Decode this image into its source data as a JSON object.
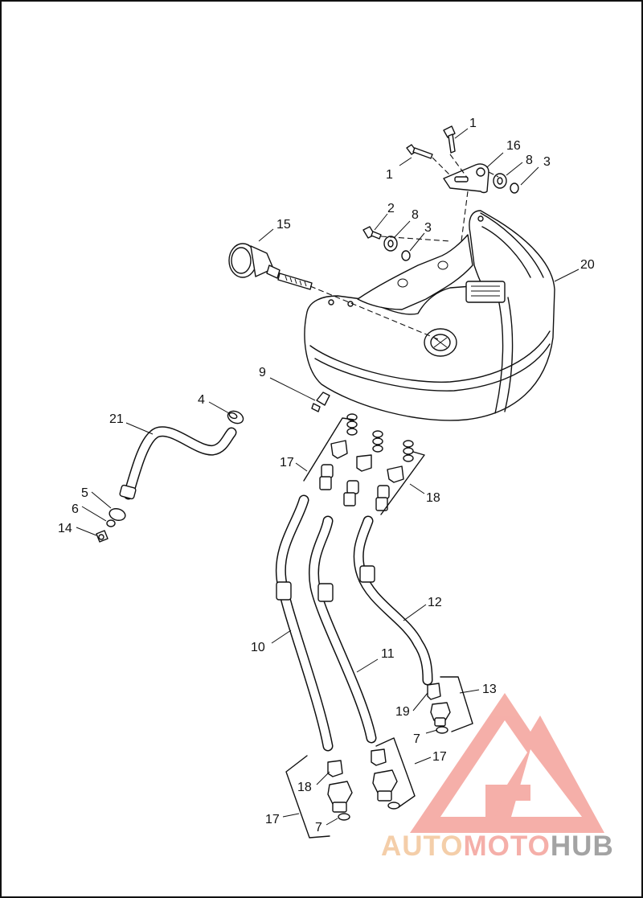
{
  "callouts": {
    "c1a": "1",
    "c1b": "1",
    "c16": "16",
    "c8a": "8",
    "c3a": "3",
    "c2": "2",
    "c8b": "8",
    "c3b": "3",
    "c15": "15",
    "c20": "20",
    "c9": "9",
    "c4": "4",
    "c21": "21",
    "c17a": "17",
    "c18a": "18",
    "c5": "5",
    "c6": "6",
    "c14": "14",
    "c12": "12",
    "c10": "10",
    "c11": "11",
    "c13": "13",
    "c19": "19",
    "c7a": "7",
    "c17b": "17",
    "c18b": "18",
    "c17c": "17",
    "c7b": "7"
  },
  "watermark": {
    "part1": "AUTO",
    "part2": "MOTO",
    "part3": "HUB",
    "color_primary": "#f4a7a0",
    "color_secondary": "#f3c9a0",
    "color_tertiary": "#9a9a9a"
  }
}
